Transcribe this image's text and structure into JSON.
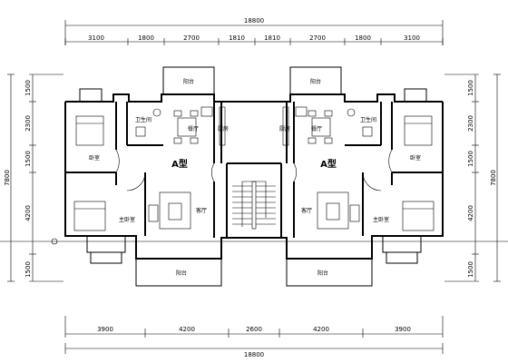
{
  "dimensions": {
    "top_total": "18800",
    "top_segments": [
      "3100",
      "1800",
      "2700",
      "1810",
      "1810",
      "2700",
      "1800",
      "3100"
    ],
    "bottom_segments": [
      "3900",
      "4200",
      "2600",
      "4200",
      "3900"
    ],
    "bottom_total": "18800",
    "left_segments": [
      "1500",
      "2300",
      "1500",
      "4200",
      "1500"
    ],
    "left_total": "7800",
    "right_segments": [
      "1500",
      "2300",
      "1500",
      "4200",
      "1500"
    ],
    "right_total": "7800"
  },
  "unit_labels": {
    "left": "A型",
    "right": "A型"
  },
  "rooms": {
    "balcony_top_left": "阳台",
    "balcony_top_right": "阳台",
    "dining_left": "餐厅",
    "dining_right": "餐厅",
    "kitchen_left": "厨房",
    "kitchen_right": "厨房",
    "toilet_left": "卫生间",
    "toilet_right": "卫生间",
    "bedroom_left": "卧室",
    "bedroom_right": "卧室",
    "master_left": "主卧室",
    "master_right": "主卧室",
    "living_left": "客厅",
    "living_right": "客厅",
    "balcony_bottom_left": "阳台",
    "balcony_bottom_right": "阳台"
  }
}
